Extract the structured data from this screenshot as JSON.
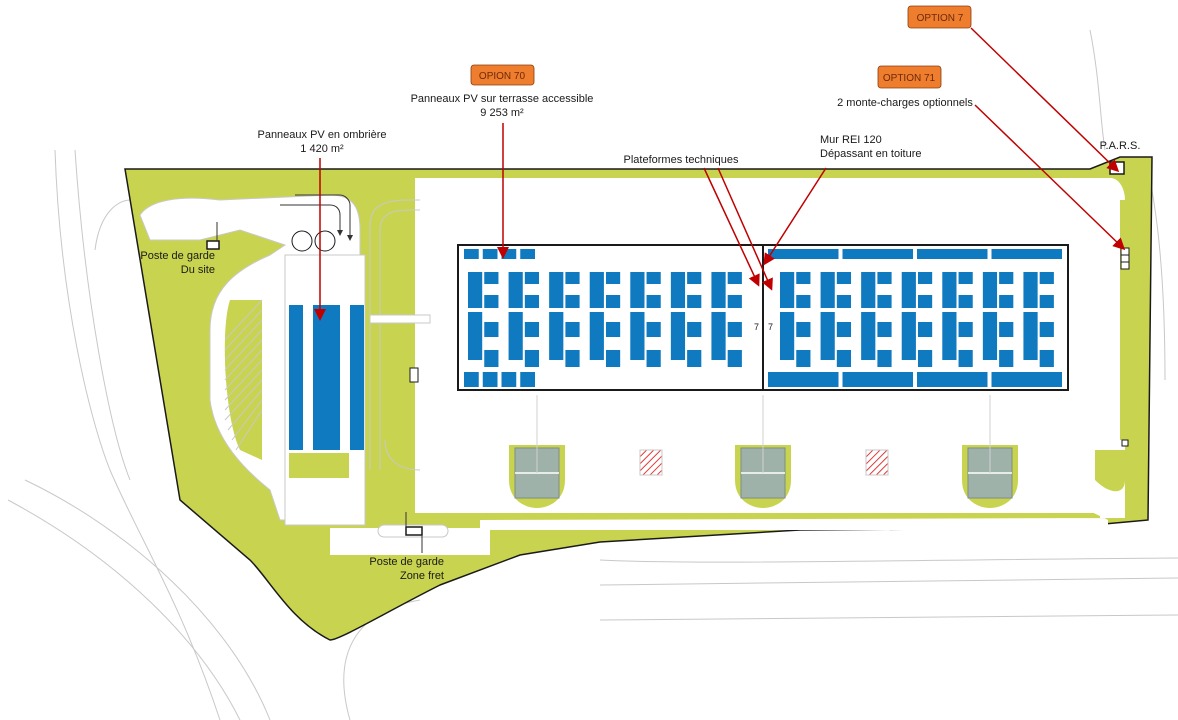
{
  "title": "Plan masse – options",
  "colors": {
    "green": "#c8d44f",
    "pv_blue": "#0f7ac0",
    "option_orange": "#ef7d2e",
    "arrow_red": "#c00000",
    "dock_grey": "#9fb2aa",
    "hatch_red": "#e03a3a"
  },
  "options": [
    {
      "id": "option7",
      "label": "OPTION 7"
    },
    {
      "id": "option70",
      "label": "OPION 70"
    },
    {
      "id": "option71",
      "label": "OPTION 71"
    }
  ],
  "annotations": {
    "pv_terrace_line1": "Panneaux PV sur terrasse accessible",
    "pv_terrace_line2": "9 253 m²",
    "pv_shade_line1": "Panneaux PV en ombrière",
    "pv_shade_line2": "1 420 m²",
    "lifts": "2 monte-charges optionnels",
    "platforms": "Plateformes techniques",
    "wall_line1": "Mur REI 120",
    "wall_line2": "Dépassant en toiture",
    "pars": "P.A.R.S.",
    "guard_site_line1": "Poste de garde",
    "guard_site_line2": "Du site",
    "guard_freight_line1": "Poste de garde",
    "guard_freight_line2": "Zone fret",
    "cell_number_left": "7",
    "cell_number_right": "7"
  }
}
